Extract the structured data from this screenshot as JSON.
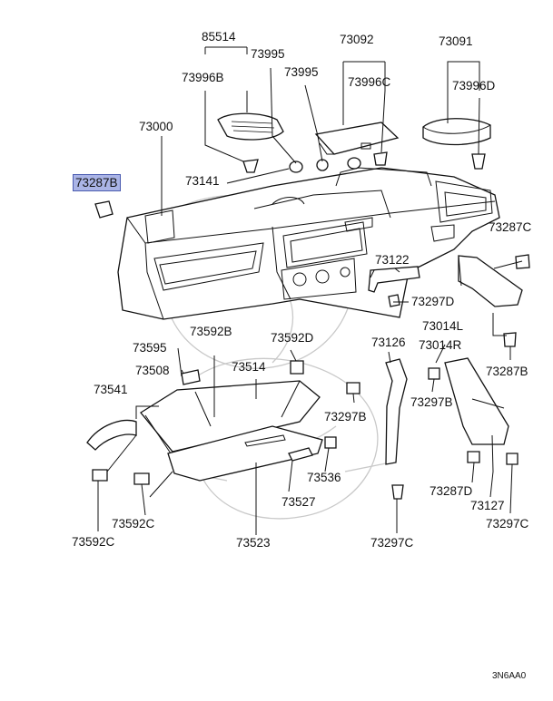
{
  "diagram_code": "3N6AA0",
  "highlighted_part": "73287B",
  "labels": {
    "p85514": "85514",
    "p73995_a": "73995",
    "p73092": "73092",
    "p73091": "73091",
    "p73996B": "73996B",
    "p73995_b": "73995",
    "p73996C": "73996C",
    "p73996D": "73996D",
    "p73000": "73000",
    "p73287B_hl": "73287B",
    "p73141": "73141",
    "p73287C": "73287C",
    "p73122": "73122",
    "p73297D": "73297D",
    "p73014L": "73014L",
    "p73014R": "73014R",
    "p73126": "73126",
    "p73287B_b": "73287B",
    "p73595": "73595",
    "p73592B": "73592B",
    "p73592D": "73592D",
    "p73508": "73508",
    "p73514": "73514",
    "p73541": "73541",
    "p73297B_a": "73297B",
    "p73297B_b": "73297B",
    "p73536": "73536",
    "p73287D": "73287D",
    "p73127": "73127",
    "p73297C_a": "73297C",
    "p73527": "73527",
    "p73592C_a": "73592C",
    "p73592C_b": "73592C",
    "p73523": "73523",
    "p73297C_b": "73297C"
  }
}
